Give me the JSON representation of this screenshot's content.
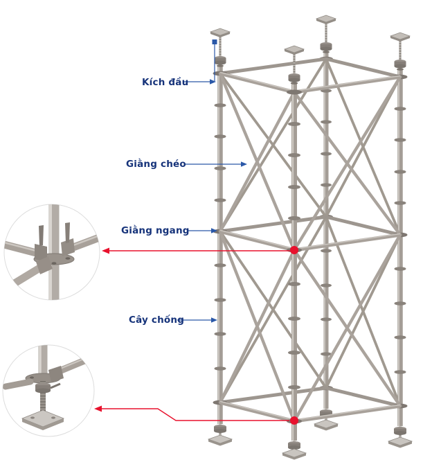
{
  "diagram": {
    "labels": {
      "kich_dau": "Kích đầu",
      "giang_cheo": "Giằng chéo",
      "giang_ngang": "Giằng ngang",
      "cay_chong": "Cây chống"
    },
    "colors": {
      "label_text": "#16337a",
      "leader_blue": "#2a58a8",
      "leader_red": "#e8112d",
      "steel_light": "#cfc9c3",
      "steel_mid": "#a49d96",
      "steel_dark": "#8a847d"
    }
  }
}
